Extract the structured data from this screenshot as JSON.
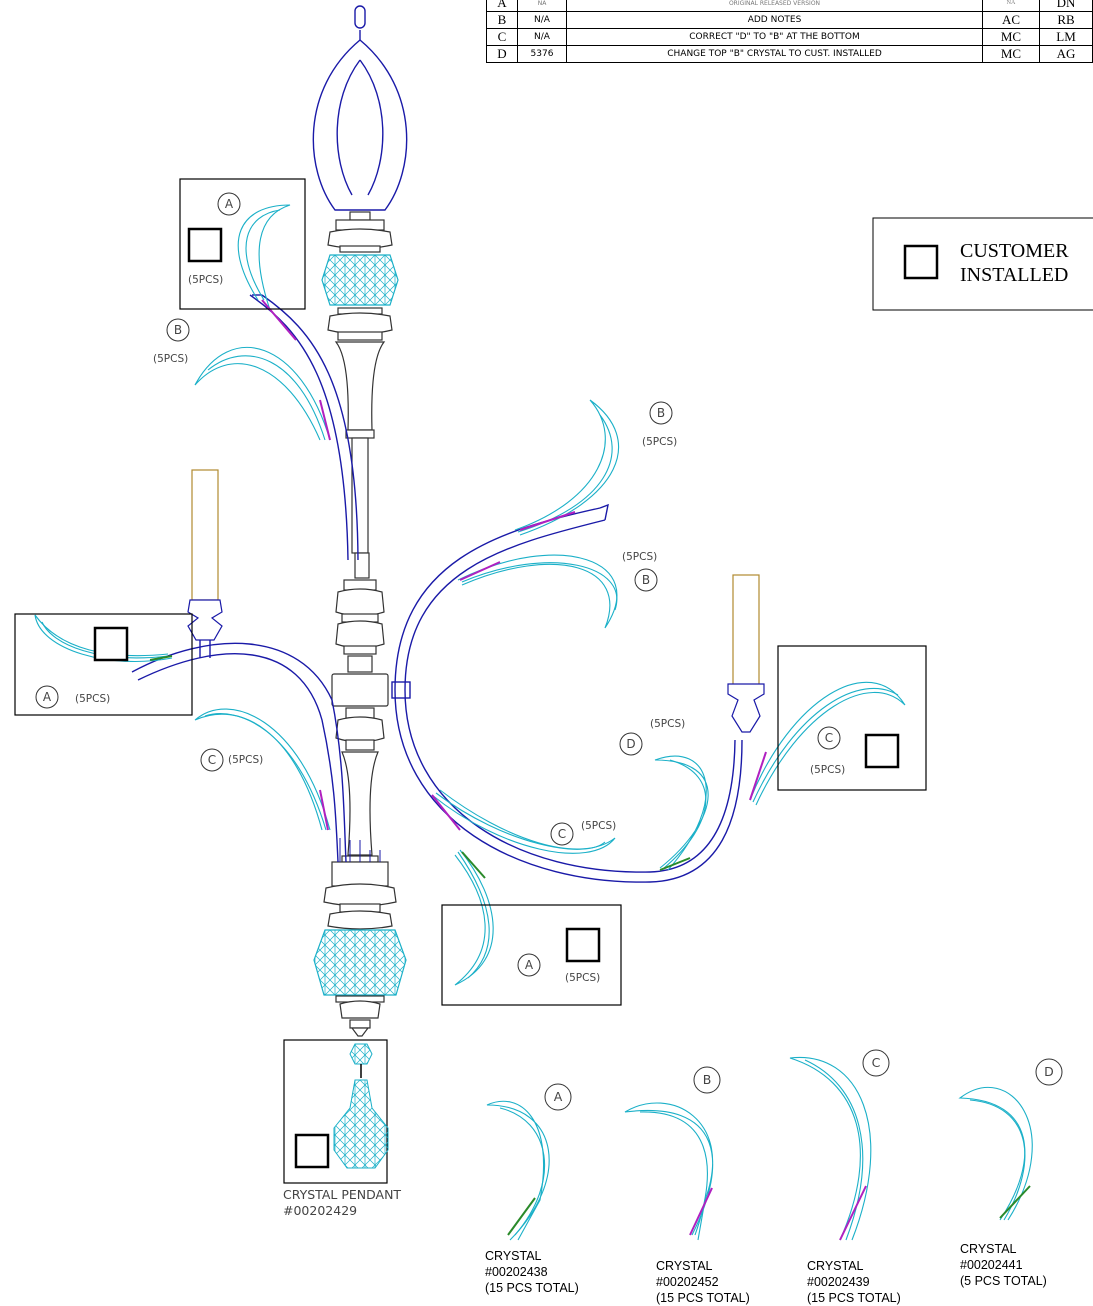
{
  "revisions": [
    {
      "rev": "A",
      "eco": "NA",
      "description": "ORIGINAL RELEASED VERSION",
      "by": "NA",
      "approved": "DN"
    },
    {
      "rev": "B",
      "eco": "N/A",
      "description": "ADD NOTES",
      "by": "AC",
      "approved": "RB"
    },
    {
      "rev": "C",
      "eco": "N/A",
      "description": "CORRECT \"D\" TO \"B\" AT THE BOTTOM",
      "by": "MC",
      "approved": "LM"
    },
    {
      "rev": "D",
      "eco": "5376",
      "description": "CHANGE TOP \"B\" CRYSTAL TO CUST. INSTALLED",
      "by": "MC",
      "approved": "AG"
    }
  ],
  "legend": {
    "line1": "CUSTOMER",
    "line2": "INSTALLED"
  },
  "callouts": {
    "a": "A",
    "b": "B",
    "c": "C",
    "d": "D",
    "qty": "(5PCS)"
  },
  "parts": {
    "pendant": {
      "line1": "CRYSTAL PENDANT",
      "line2": "#00202429"
    },
    "crystal_a": {
      "letter": "A",
      "line1": "CRYSTAL",
      "line2": "#00202438",
      "line3": "(15 PCS  TOTAL)"
    },
    "crystal_b": {
      "letter": "B",
      "line1": "CRYSTAL",
      "line2": "#00202452",
      "line3": "(15 PCS  TOTAL)"
    },
    "crystal_c": {
      "letter": "C",
      "line1": "CRYSTAL",
      "line2": "#00202439",
      "line3": "(15 PCS  TOTAL)"
    },
    "crystal_d": {
      "letter": "D",
      "line1": "CRYSTAL",
      "line2": "#00202441",
      "line3": "(5 PCS  TOTAL)"
    }
  },
  "colors": {
    "frame": "#1a1aa8",
    "crystal": "#1bb0c8",
    "body": "#333333",
    "accent_magenta": "#b020c0",
    "accent_green": "#2a8a2a",
    "candle": "#b08a30"
  }
}
